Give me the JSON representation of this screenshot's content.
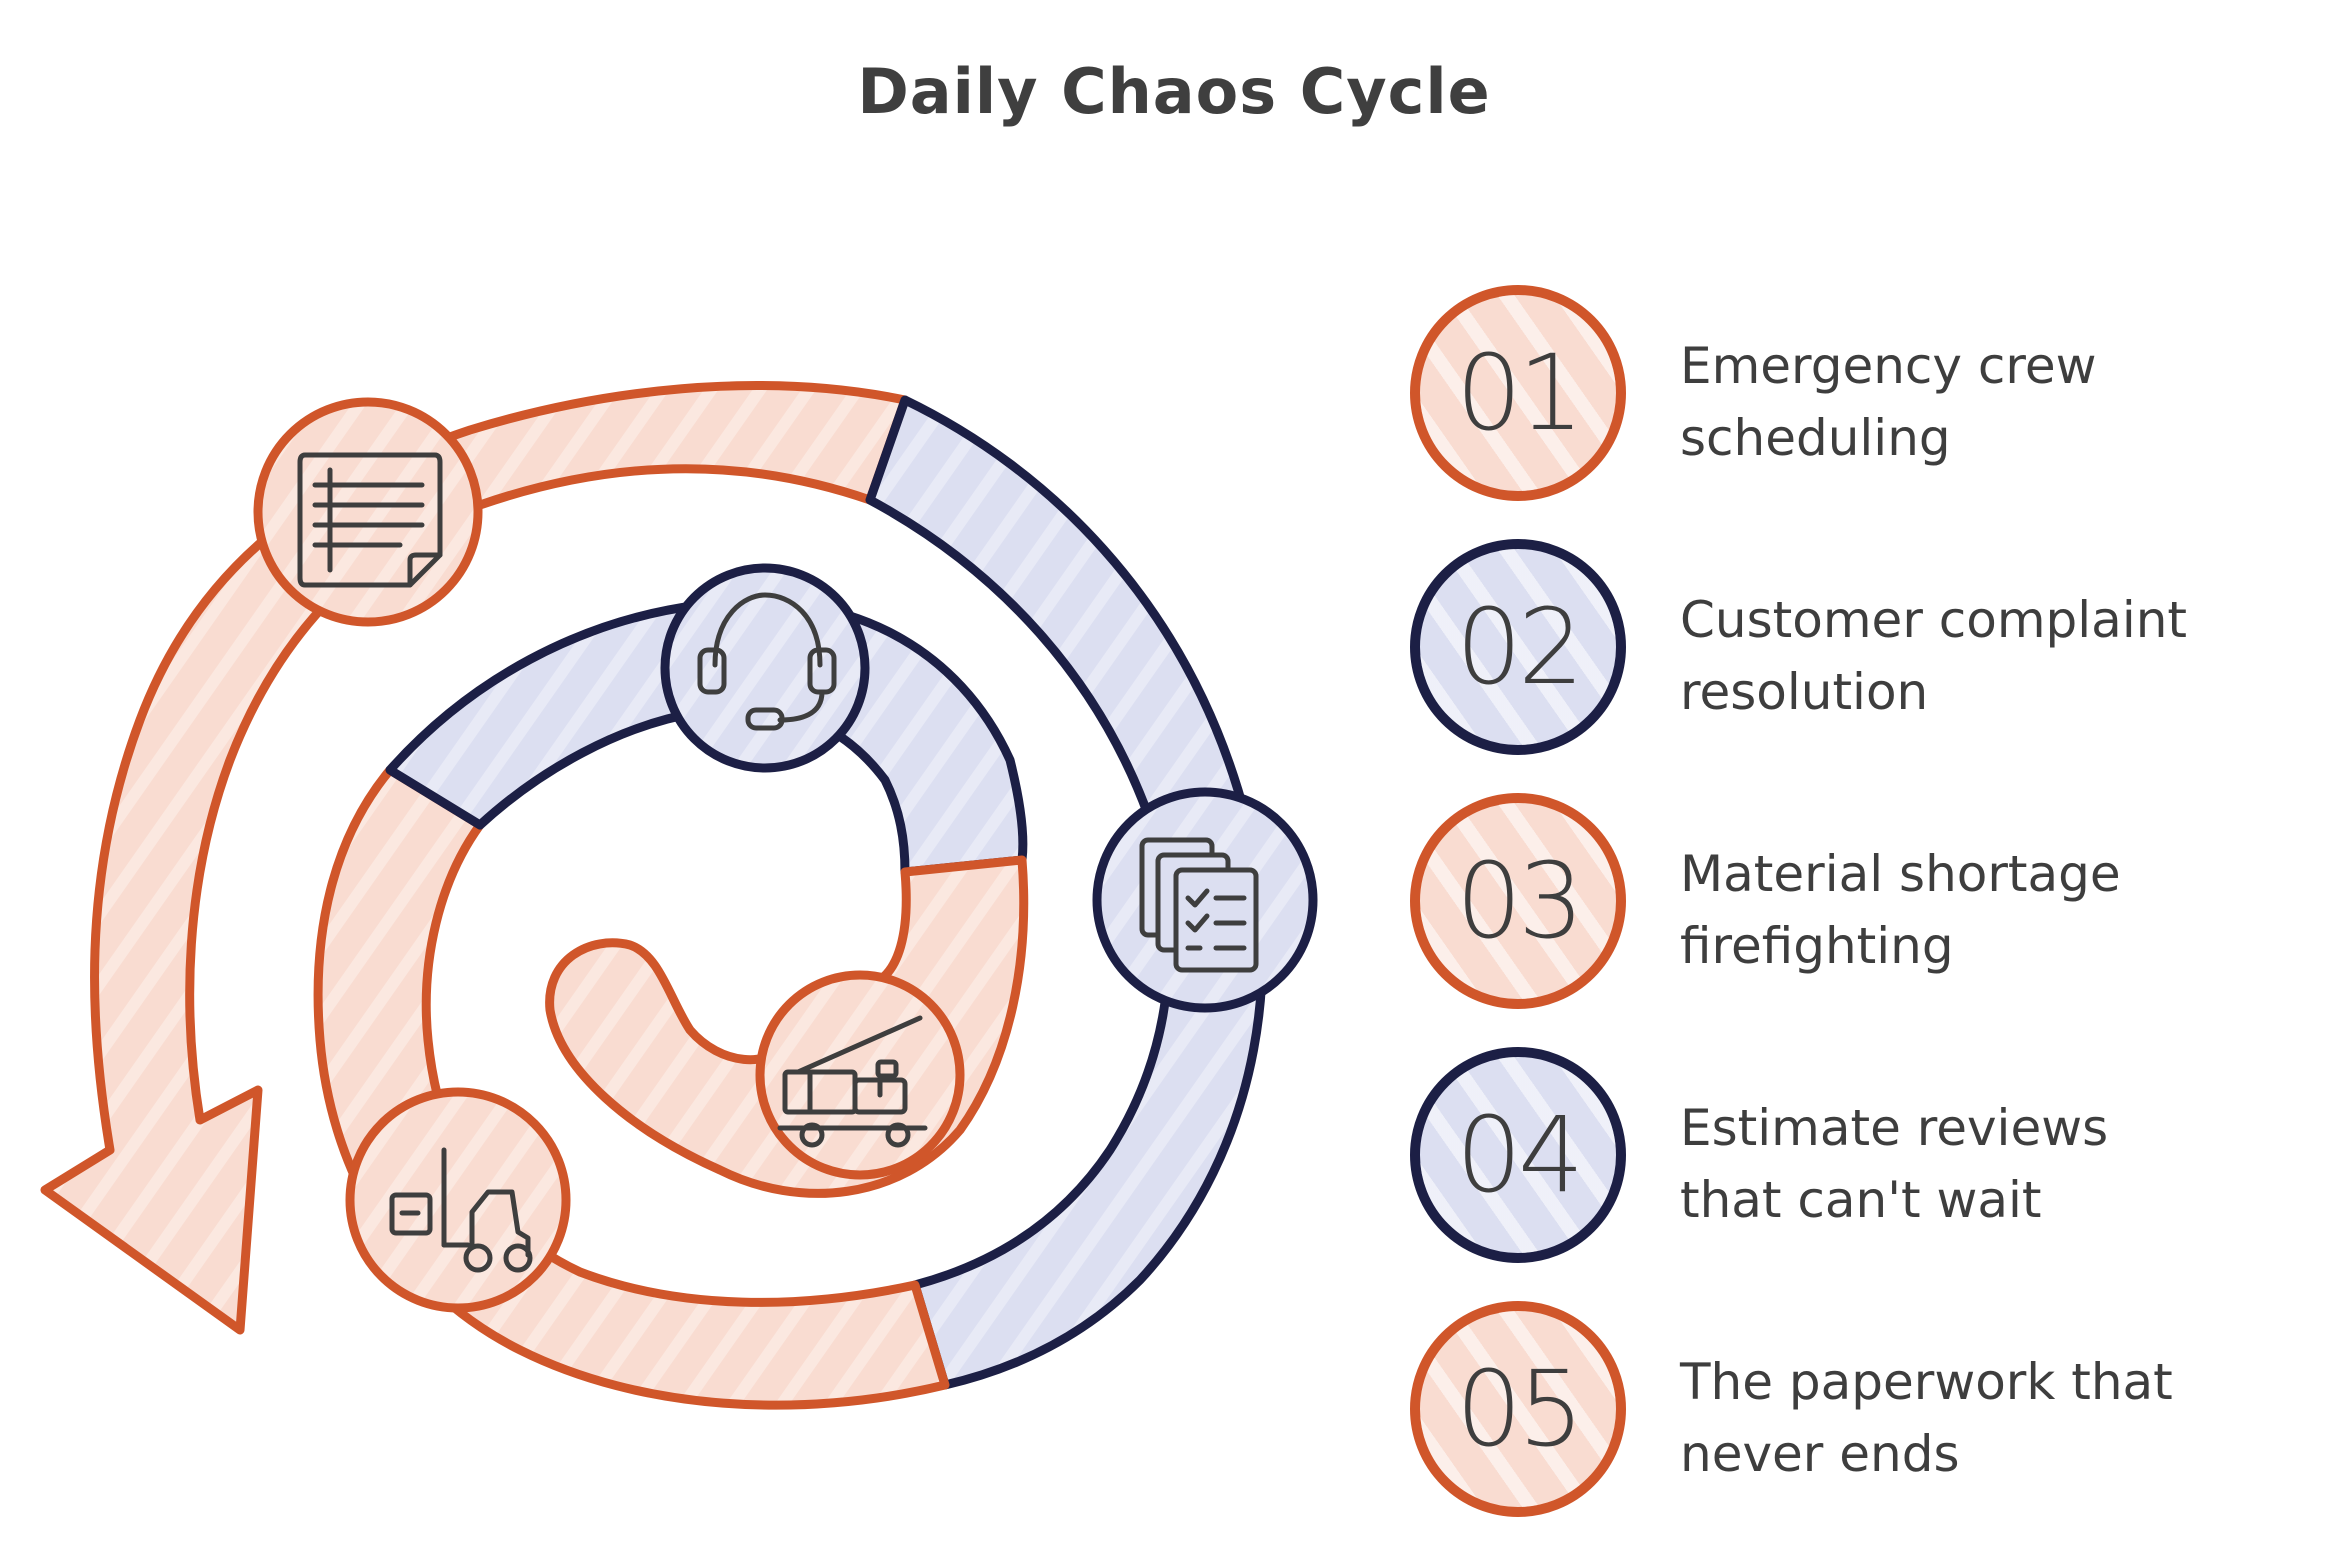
{
  "title": "Daily Chaos Cycle",
  "colors": {
    "orange_stroke": "#d0562a",
    "orange_fill": "#f9dcd1",
    "navy_stroke": "#1c1f45",
    "navy_fill": "#dcdff1",
    "text": "#3e3e3e"
  },
  "steps": [
    {
      "number": "01",
      "text": "Emergency crew\nscheduling",
      "theme": "orange",
      "icon": "document-lines-icon"
    },
    {
      "number": "02",
      "text": "Customer complaint\nresolution",
      "theme": "navy",
      "icon": "headset-icon"
    },
    {
      "number": "03",
      "text": "Material shortage\nfirefighting",
      "theme": "orange",
      "icon": "forklift-icon"
    },
    {
      "number": "04",
      "text": "Estimate reviews\nthat can't wait",
      "theme": "navy",
      "icon": "checklist-icon"
    },
    {
      "number": "05",
      "text": "The paperwork that\nnever ends",
      "theme": "orange",
      "icon": "crane-truck-icon"
    }
  ]
}
